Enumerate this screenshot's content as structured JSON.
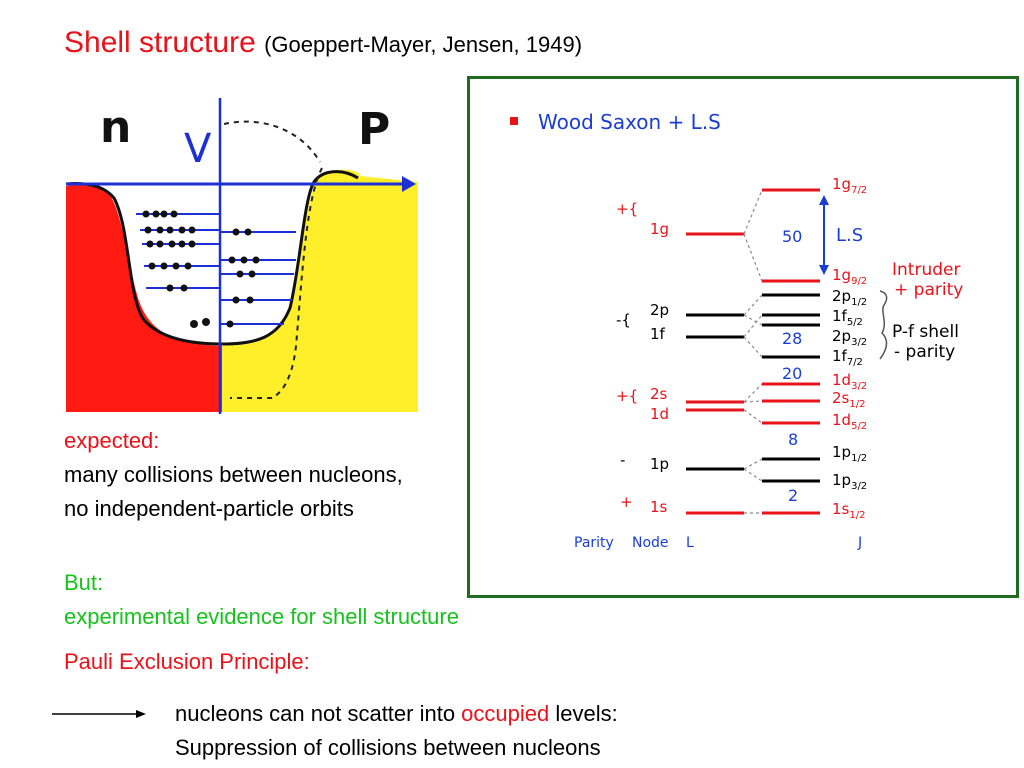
{
  "title": {
    "main": "Shell structure",
    "sub": "(Goeppert-Mayer, Jensen, 1949)"
  },
  "potential_sketch": {
    "n_label": "n",
    "v_label": "V",
    "p_label": "P"
  },
  "expected": {
    "heading": "expected:",
    "line1": "many collisions between nucleons,",
    "line2": "no independent-particle orbits"
  },
  "but": {
    "heading": "But:",
    "line": "experimental evidence for shell structure"
  },
  "pauli": {
    "heading": "Pauli Exclusion Principle:",
    "line1_pre": "nucleons can not scatter into ",
    "line1_highlight": "occupied",
    "line1_post": " levels:",
    "line2": "Suppression of collisions between nucleons"
  },
  "level_diagram": {
    "legend": "Wood Saxon + L.S",
    "left_levels": [
      {
        "parity": "+{",
        "label": "1g"
      },
      {
        "parity": "-{",
        "label": "2p"
      },
      {
        "parity": "",
        "label": "1f"
      },
      {
        "parity": "+{",
        "label": "2s"
      },
      {
        "parity": "",
        "label": "1d"
      },
      {
        "parity": "-",
        "label": "1p"
      },
      {
        "parity": "+",
        "label": "1s"
      }
    ],
    "right_levels": [
      {
        "label": "1g",
        "sub": "7/2"
      },
      {
        "label": "1g",
        "sub": "9/2"
      },
      {
        "label": "2p",
        "sub": "1/2"
      },
      {
        "label": "1f",
        "sub": "5/2"
      },
      {
        "label": "2p",
        "sub": "3/2"
      },
      {
        "label": "1f",
        "sub": "7/2"
      },
      {
        "label": "1d",
        "sub": "3/2"
      },
      {
        "label": "2s",
        "sub": "1/2"
      },
      {
        "label": "1d",
        "sub": "5/2"
      },
      {
        "label": "1p",
        "sub": "1/2"
      },
      {
        "label": "1p",
        "sub": "3/2"
      },
      {
        "label": "1s",
        "sub": "1/2"
      }
    ],
    "magic_numbers": [
      "50",
      "28",
      "20",
      "8",
      "2"
    ],
    "ls_label": "L.S",
    "intruder": {
      "line1": "Intruder",
      "line2": "+ parity"
    },
    "pf_shell": {
      "line1": "P-f shell",
      "line2": "- parity"
    },
    "footer": {
      "parity": "Parity",
      "node": "Node",
      "l": "L",
      "j": "J"
    },
    "colors": {
      "positive": "#e8131a",
      "negative": "#000000",
      "magic": "#1a3fd0",
      "frame": "#1f6b1f"
    }
  }
}
